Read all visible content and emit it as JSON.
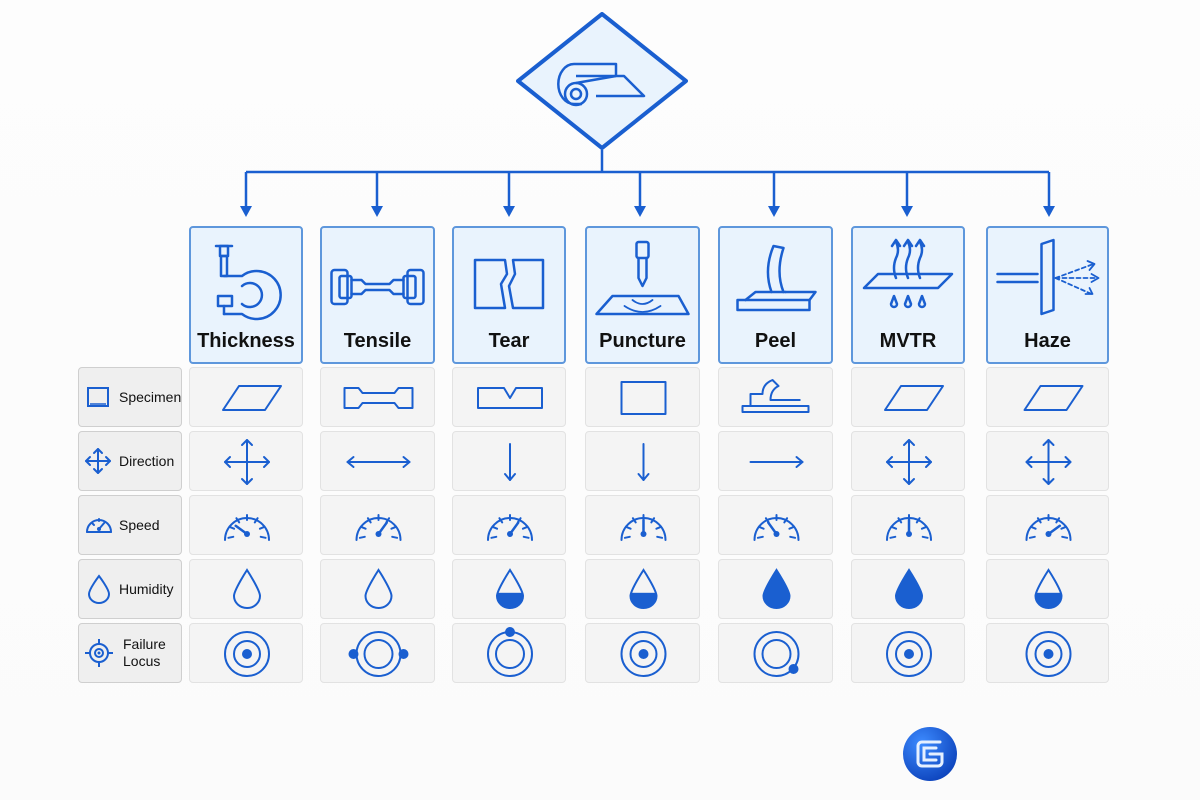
{
  "colors": {
    "accent": "#1a5fd0",
    "card_fill": "#e9f3fd",
    "card_border": "#5e97dc",
    "cell_fill": "#f4f4f4"
  },
  "root": {
    "icon": "film-roll-icon"
  },
  "tests": [
    {
      "id": "thickness",
      "label": "Thickness",
      "icon": "micrometer-icon"
    },
    {
      "id": "tensile",
      "label": "Tensile",
      "icon": "dogbone-specimen-icon"
    },
    {
      "id": "tear",
      "label": "Tear",
      "icon": "notched-tear-icon"
    },
    {
      "id": "puncture",
      "label": "Puncture",
      "icon": "puncture-probe-icon"
    },
    {
      "id": "peel",
      "label": "Peel",
      "icon": "peel-layer-icon"
    },
    {
      "id": "mvtr",
      "label": "MVTR",
      "icon": "vapor-transmission-icon"
    },
    {
      "id": "haze",
      "label": "Haze",
      "icon": "light-scatter-icon"
    }
  ],
  "rows": [
    {
      "id": "specimen",
      "label": "Specimen",
      "icon": "square-icon",
      "cells": [
        "parallelogram",
        "dogbone",
        "notched-rect",
        "square",
        "peel-strip",
        "parallelogram",
        "parallelogram"
      ]
    },
    {
      "id": "direction",
      "label": "Direction",
      "icon": "four-way-arrow-icon",
      "cells": [
        "four-way",
        "horizontal-double",
        "down",
        "down",
        "right",
        "four-way",
        "four-way"
      ]
    },
    {
      "id": "speed",
      "label": "Speed",
      "icon": "speedometer-icon",
      "gauge_needle_fraction": [
        0.2,
        0.7,
        0.7,
        0.5,
        0.3,
        0.5,
        0.8
      ]
    },
    {
      "id": "humidity",
      "label": "Humidity",
      "icon": "droplet-icon",
      "fill_fraction": [
        0,
        0,
        0.4,
        0.4,
        1,
        1,
        0.4
      ]
    },
    {
      "id": "failure_locus",
      "label_lines": [
        "Failure",
        "Locus"
      ],
      "icon": "crosshair-target-icon",
      "cells": [
        "center",
        "sides",
        "top",
        "center",
        "bottom-right",
        "center",
        "center"
      ]
    }
  ],
  "logo": {
    "icon": "g-logo-icon"
  }
}
